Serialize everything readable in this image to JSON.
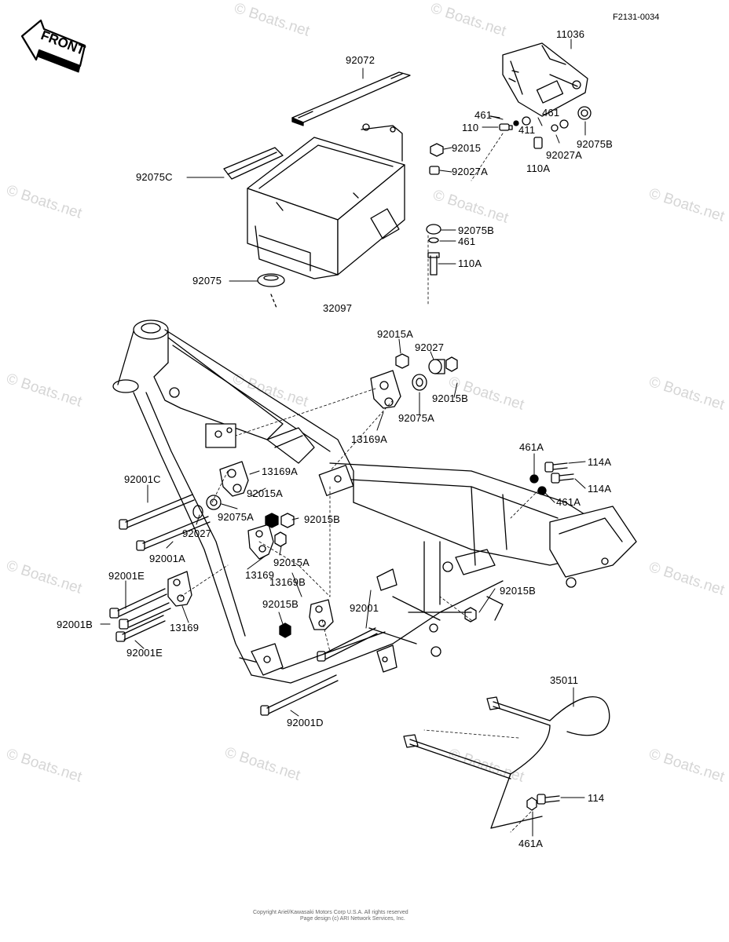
{
  "diagram_code": "F2131-0034",
  "front_label": "FRONT",
  "watermark": "© Boats.net",
  "part_labels": {
    "p92072": "92072",
    "p11036": "11036",
    "p461_a": "461",
    "p461_b": "461",
    "p461_c": "461",
    "p110": "110",
    "p411": "411",
    "p92015": "92015",
    "p92027a_top": "92027A",
    "p92027a_right": "92027A",
    "p110a_top": "110A",
    "p92075b_top": "92075B",
    "p92075c": "92075C",
    "p92075b_mid": "92075B",
    "p110a_mid": "110A",
    "p92075": "92075",
    "p32097": "32097",
    "p92015a_top": "92015A",
    "p92027_top": "92027",
    "p92015b_top": "92015B",
    "p92075a_top": "92075A",
    "p13169a_top": "13169A",
    "p13169a_mid": "13169A",
    "p92001c": "92001C",
    "p92015a_mid": "92015A",
    "p92075a_mid": "92075A",
    "p92015b_mid": "92015B",
    "p92027_mid": "92027",
    "p92001a": "92001A",
    "p92015a_low": "92015A",
    "p13169_mid": "13169",
    "p461a_top": "461A",
    "p114a_1": "114A",
    "p114a_2": "114A",
    "p461a_mid": "461A",
    "p13169b": "13169B",
    "p92015b_right": "92015B",
    "p92001e_top": "92001E",
    "p92015b_low": "92015B",
    "p92001": "92001",
    "p92001b": "92001B",
    "p13169_low": "13169",
    "p92001e_low": "92001E",
    "p35011": "35011",
    "p92001d": "92001D",
    "p114": "114",
    "p461a_low": "461A"
  },
  "footer": {
    "line1": "Copyright Ariel/Kawasaki Motors Corp U.S.A. All rights reserved",
    "line2": "Page design (c) ARI Network Services, Inc."
  }
}
